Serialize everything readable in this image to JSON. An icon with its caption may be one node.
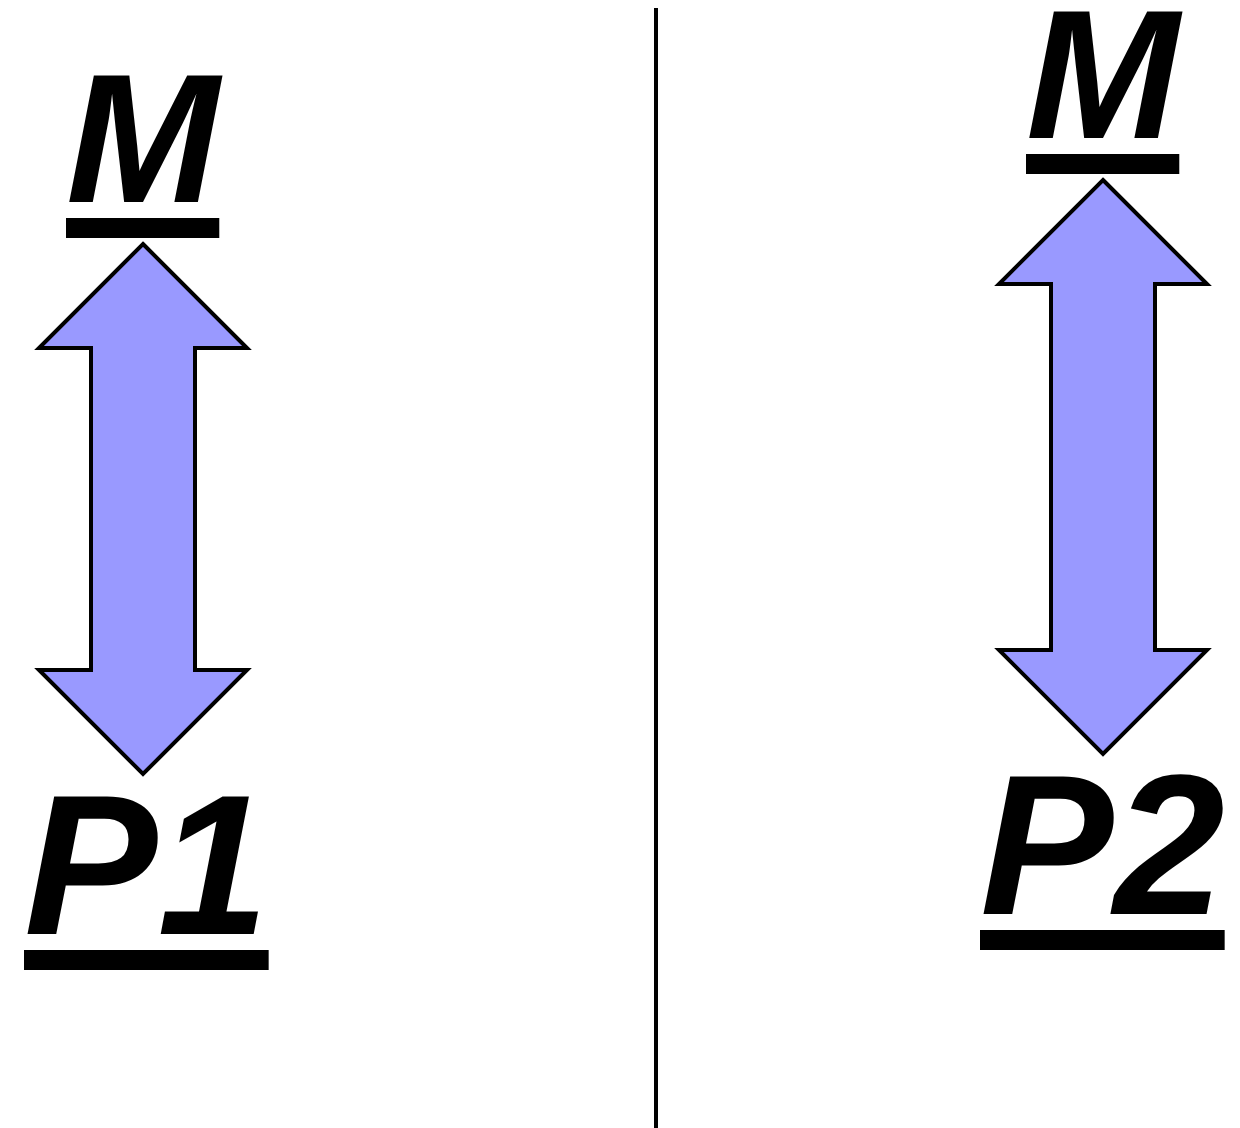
{
  "diagram": {
    "nodes": [
      {
        "text": [
          "M"
        ]
      },
      {
        "text": [
          "P1"
        ]
      },
      {
        "text": [
          "M"
        ]
      },
      {
        "text": [
          "P2"
        ]
      }
    ],
    "edges": [
      {
        "from": 0,
        "to": 1,
        "arrow": "both"
      },
      {
        "from": 2,
        "to": 3,
        "arrow": "both"
      }
    ]
  }
}
